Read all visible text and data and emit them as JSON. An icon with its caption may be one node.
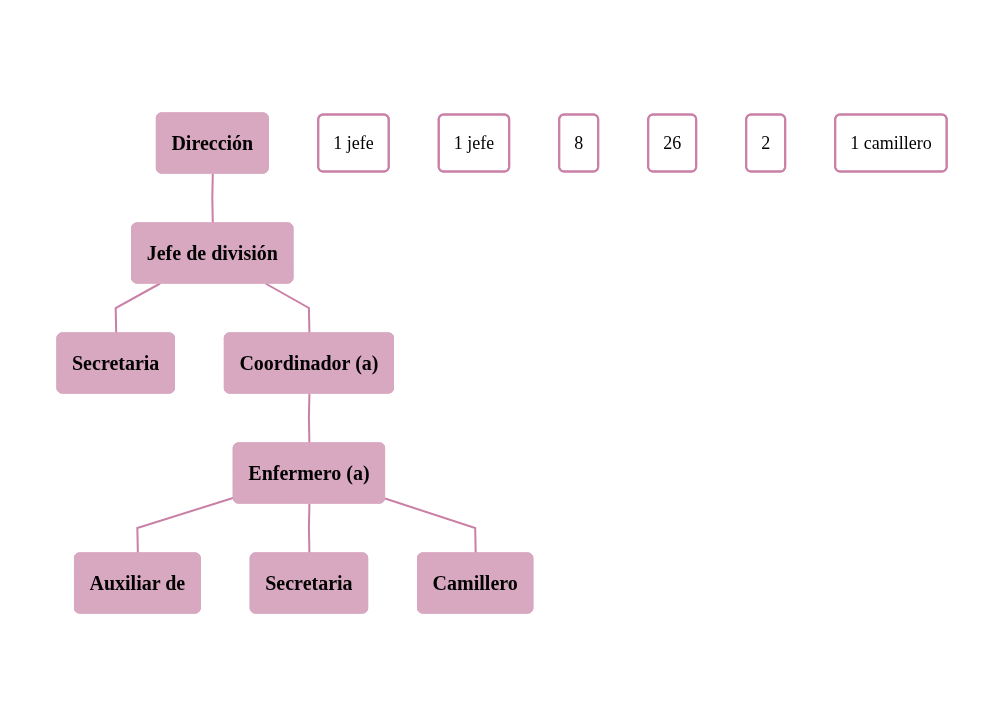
{
  "diagram": {
    "nodes": [
      {
        "text": [
          "Dirección"
        ]
      },
      {
        "text": [
          "Jefe de división"
        ]
      },
      {
        "text": [
          "1 jefe"
        ]
      },
      {
        "text": [
          "Secretaria"
        ]
      },
      {
        "text": [
          "1 jefe"
        ]
      },
      {
        "text": [
          "Coordinador (a)"
        ]
      },
      {
        "text": [
          "Enfermero (a)"
        ]
      },
      {
        "text": [
          "8"
        ]
      },
      {
        "text": [
          "Auxiliar de"
        ]
      },
      {
        "text": [
          "Secretaria"
        ]
      },
      {
        "text": [
          "Camillero"
        ]
      },
      {
        "text": [
          "26"
        ]
      },
      {
        "text": [
          "2"
        ]
      },
      {
        "text": [
          "1 camillero"
        ]
      }
    ],
    "edges": [
      {
        "from": 0,
        "to": 1,
        "arrow": "none"
      },
      {
        "from": 1,
        "to": 5,
        "arrow": "none"
      },
      {
        "from": 1,
        "to": 3,
        "arrow": "none"
      },
      {
        "from": 5,
        "to": 6,
        "arrow": "none"
      },
      {
        "from": 6,
        "to": 8,
        "arrow": "none"
      },
      {
        "from": 6,
        "to": 9,
        "arrow": "none"
      },
      {
        "from": 6,
        "to": 10,
        "arrow": "none"
      }
    ]
  }
}
